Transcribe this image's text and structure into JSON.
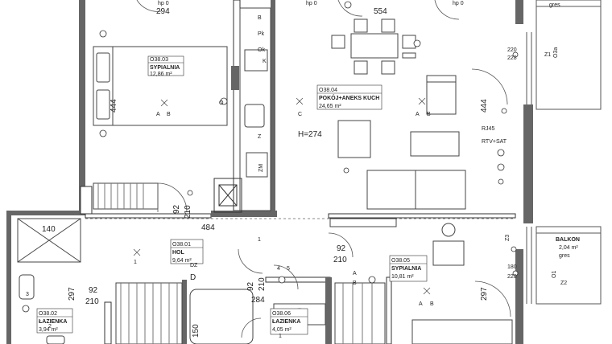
{
  "colors": {
    "wall": "#666666",
    "line": "#333333",
    "thin": "#888888",
    "text": "#222222"
  },
  "rooms": [
    {
      "id": "O38.03",
      "name": "SYPIALNIA",
      "area": "12,86 m²"
    },
    {
      "id": "O38.04",
      "name": "POKÓJ+ANEKS KUCH",
      "area": "24,65 m²"
    },
    {
      "id": "O38.01",
      "name": "HOL",
      "area": "9,64 m²"
    },
    {
      "id": "O38.05",
      "name": "SYPIALNIA",
      "area": "10,81 m²"
    },
    {
      "id": "O38.02",
      "name": "ŁAZIENKA",
      "area": "3,94 m²"
    },
    {
      "id": "O38.06",
      "name": "ŁAZIENKA",
      "area": "4,05 m²"
    }
  ],
  "balcony": {
    "name": "BALKON",
    "area": "2,04 m²",
    "finish": "gres"
  },
  "dimensions": [
    "294",
    "554",
    "444",
    "444",
    "484",
    "140",
    "297",
    "297",
    "297",
    "150",
    "284",
    "92",
    "210",
    "92",
    "210",
    "92",
    "210",
    "92",
    "210",
    "220",
    "228",
    "180",
    "228"
  ],
  "height_label": "H=274",
  "codes": [
    "hp 0",
    "hp 0",
    "hp 0",
    "gres",
    "Z1",
    "Z2",
    "O1",
    "Z3",
    "O3a",
    "RJ45",
    "RTV+SAT",
    "ZM",
    "DZ",
    "D",
    "Pk",
    "Ok",
    "K",
    "B",
    "Z",
    "O"
  ],
  "point_labels": [
    "A",
    "B",
    "C",
    "1",
    "2",
    "3",
    "4",
    "5"
  ]
}
